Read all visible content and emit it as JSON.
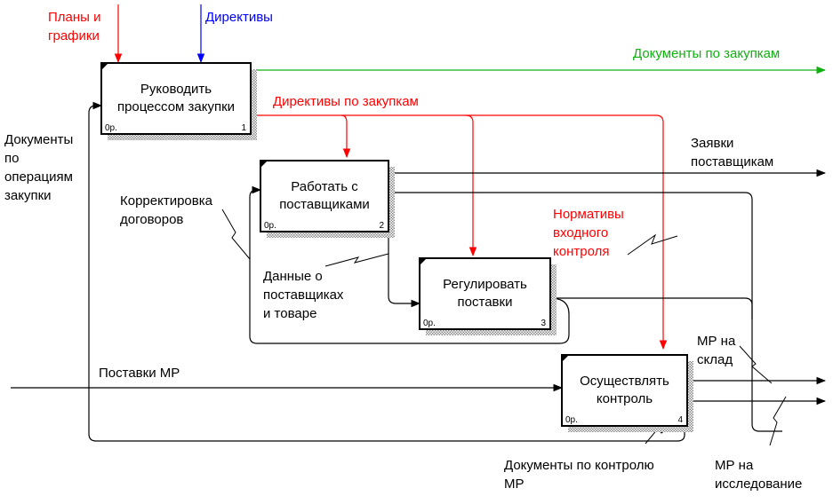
{
  "diagram": {
    "colors": {
      "black": "#000000",
      "red": "#ff0000",
      "blue": "#0000ff",
      "green": "#10b010",
      "shadow": "#9a9a9a"
    },
    "boxes": [
      {
        "id": "b1",
        "lines": [
          "Руководить",
          "процессом закупки"
        ],
        "tag": "0р.",
        "number": "1"
      },
      {
        "id": "b2",
        "lines": [
          "Работать с",
          "поставщиками"
        ],
        "tag": "0р.",
        "number": "2"
      },
      {
        "id": "b3",
        "lines": [
          "Регулировать",
          "поставки"
        ],
        "tag": "0р.",
        "number": "3"
      },
      {
        "id": "b4",
        "lines": [
          "Осуществлять",
          "контроль"
        ],
        "tag": "0р.",
        "number": "4"
      }
    ],
    "labels": {
      "plans": [
        "Планы и",
        "графики"
      ],
      "directives": [
        "Директивы"
      ],
      "purchase_docs": [
        "Документы по закупкам"
      ],
      "purchase_directives": [
        "Директивы по закупкам"
      ],
      "operation_docs": [
        "Документы",
        "по",
        "операциям",
        "закупки"
      ],
      "supplier_requests": [
        "Заявки",
        "поставщикам"
      ],
      "contract_corrections": [
        "Корректировка",
        "договоров"
      ],
      "incoming_norms": [
        "Нормативы",
        "входного",
        "контроля"
      ],
      "supplier_data": [
        "Данные о",
        "поставщиках",
        "и товаре"
      ],
      "mr_supply": [
        "Поставки МР"
      ],
      "mr_warehouse": [
        "МР на",
        "склад"
      ],
      "control_docs": [
        "Документы по контролю",
        "МР"
      ],
      "mr_research": [
        "МР на",
        "исследование"
      ]
    }
  }
}
